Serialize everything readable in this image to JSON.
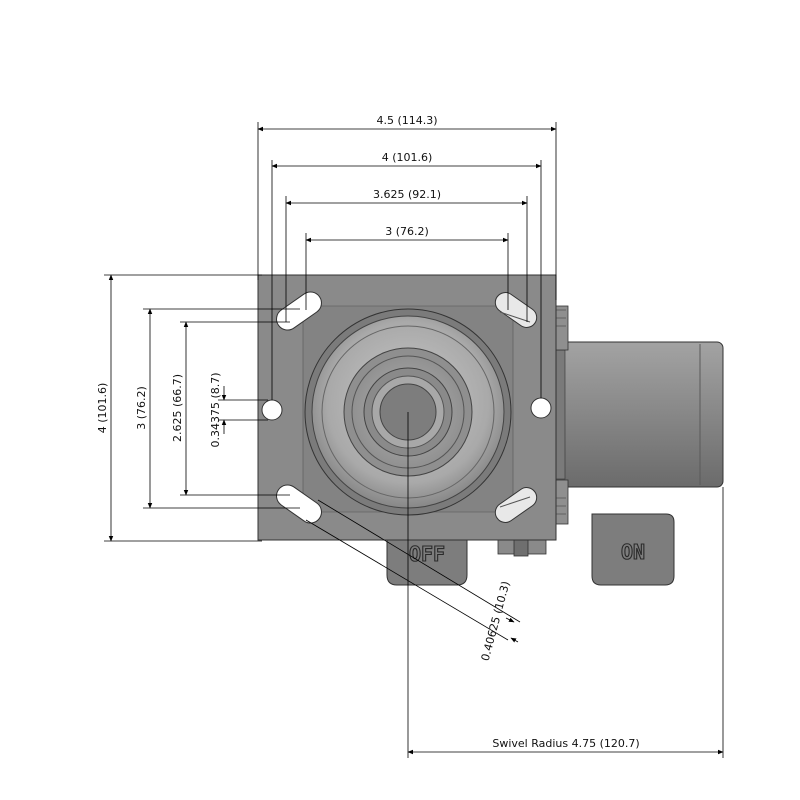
{
  "dimensions": {
    "overall_width": "4.5 (114.3)",
    "bolt_width_outer": "4 (101.6)",
    "bolt_width_inner": "3.625 (92.1)",
    "bolt_width_min": "3 (76.2)",
    "plate_height": "4 (101.6)",
    "bolt_height_outer": "3 (76.2)",
    "bolt_height_inner": "2.625 (66.7)",
    "hole_diameter": "0.34375 (8.7)",
    "slot_width": "0.40625 (10.3)",
    "swivel_radius": "Swivel Radius 4.75 (120.7)"
  },
  "brake_labels": {
    "off": "OFF",
    "on": "ON"
  },
  "colors": {
    "plate": "#8a8a8a",
    "plate_dark": "#6e6e6e",
    "wheel": "#7c7c7c",
    "line": "#000000",
    "hole": "#ffffff"
  }
}
